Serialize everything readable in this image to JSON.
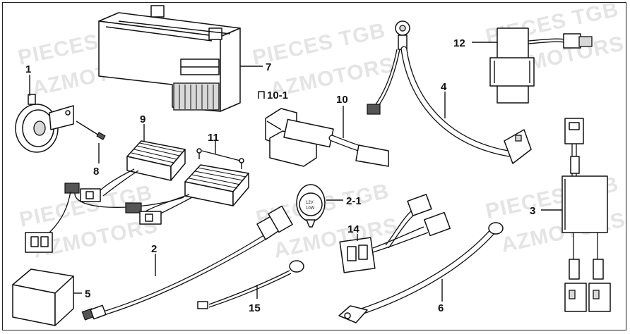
{
  "watermarks": [
    {
      "text": "PIECES TGB"
    },
    {
      "text": "AZMOTORS"
    },
    {
      "text": "PIECES TGB"
    },
    {
      "text": "AZMOTORS"
    },
    {
      "text": "PIECES TGB"
    },
    {
      "text": "AZMOTORS"
    },
    {
      "text": "PIECES TGB"
    },
    {
      "text": "AZMOTORS"
    },
    {
      "text": "PIECES TGB"
    },
    {
      "text": "AZMOTORS"
    },
    {
      "text": "PIECES TGB"
    },
    {
      "text": "AZMOTORS"
    }
  ],
  "callouts": {
    "p1": "1",
    "p2": "2",
    "p2_1": "2-1",
    "p3": "3",
    "p4": "4",
    "p5": "5",
    "p6": "6",
    "p7": "7",
    "p8": "8",
    "p9": "9",
    "p10": "10",
    "p10_1": "10-1",
    "p11": "11",
    "p12": "12",
    "p14": "14",
    "p15": "15"
  },
  "flasher_text": {
    "line1": "12V",
    "line2": "10W"
  }
}
